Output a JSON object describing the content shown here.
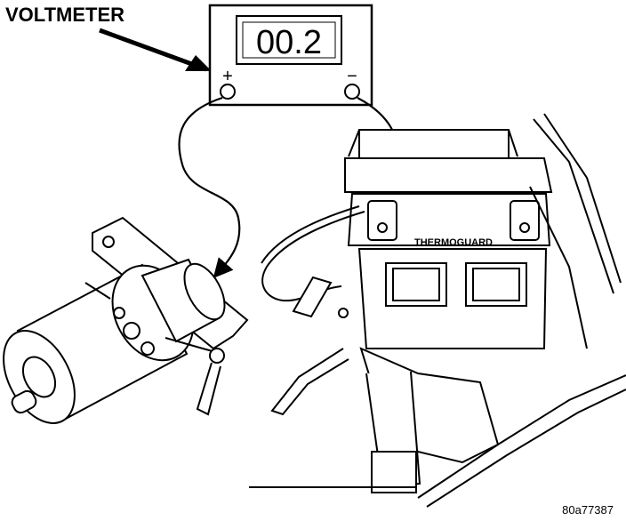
{
  "voltmeter": {
    "label": "VOLTMETER",
    "reading": "00.2",
    "positive_terminal": "+",
    "negative_terminal": "−"
  },
  "thermoguard_label": "THERMOGUARD",
  "figure_id": "80a77387",
  "colors": {
    "ink": "#000000",
    "paper": "#ffffff"
  }
}
